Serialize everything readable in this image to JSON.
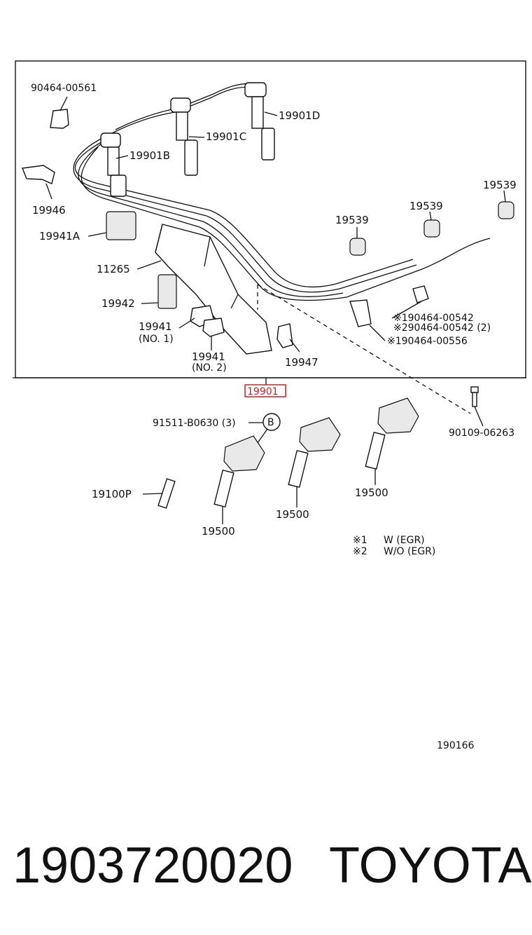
{
  "diagram": {
    "labels": {
      "l_90464_00561": "90464-00561",
      "l_19901D": "19901D",
      "l_19901C": "19901C",
      "l_19901B": "19901B",
      "l_19946": "19946",
      "l_19941A": "19941A",
      "l_11265": "11265",
      "l_19942": "19942",
      "l_19941_no1": "19941",
      "l_no1": "(NO. 1)",
      "l_19941_no2": "19941",
      "l_no2": "(NO. 2)",
      "l_19947": "19947",
      "l_19539_a": "19539",
      "l_19539_b": "19539",
      "l_19539_c": "19539",
      "l_note1_90464_00542": "※190464-00542",
      "l_note2_90464_00542": "※290464-00542 (2)",
      "l_note1_90464_00556": "※190464-00556",
      "l_19901_highlight": "19901",
      "l_91511_B0630": "91511-B0630 (3)",
      "l_callout_B": "B",
      "l_90109_06263": "90109-06263",
      "l_19100P": "19100P",
      "l_19500_a": "19500",
      "l_19500_b": "19500",
      "l_19500_c": "19500",
      "l_legend1_mark": "※1",
      "l_legend1_text": "W (EGR)",
      "l_legend2_mark": "※2",
      "l_legend2_text": "W/O (EGR)",
      "l_figure_id": "190166"
    },
    "colors": {
      "highlight": "#d42020",
      "ink": "#111111"
    }
  },
  "footer": {
    "part_number": "1903720020",
    "brand": "TOYOTA"
  }
}
